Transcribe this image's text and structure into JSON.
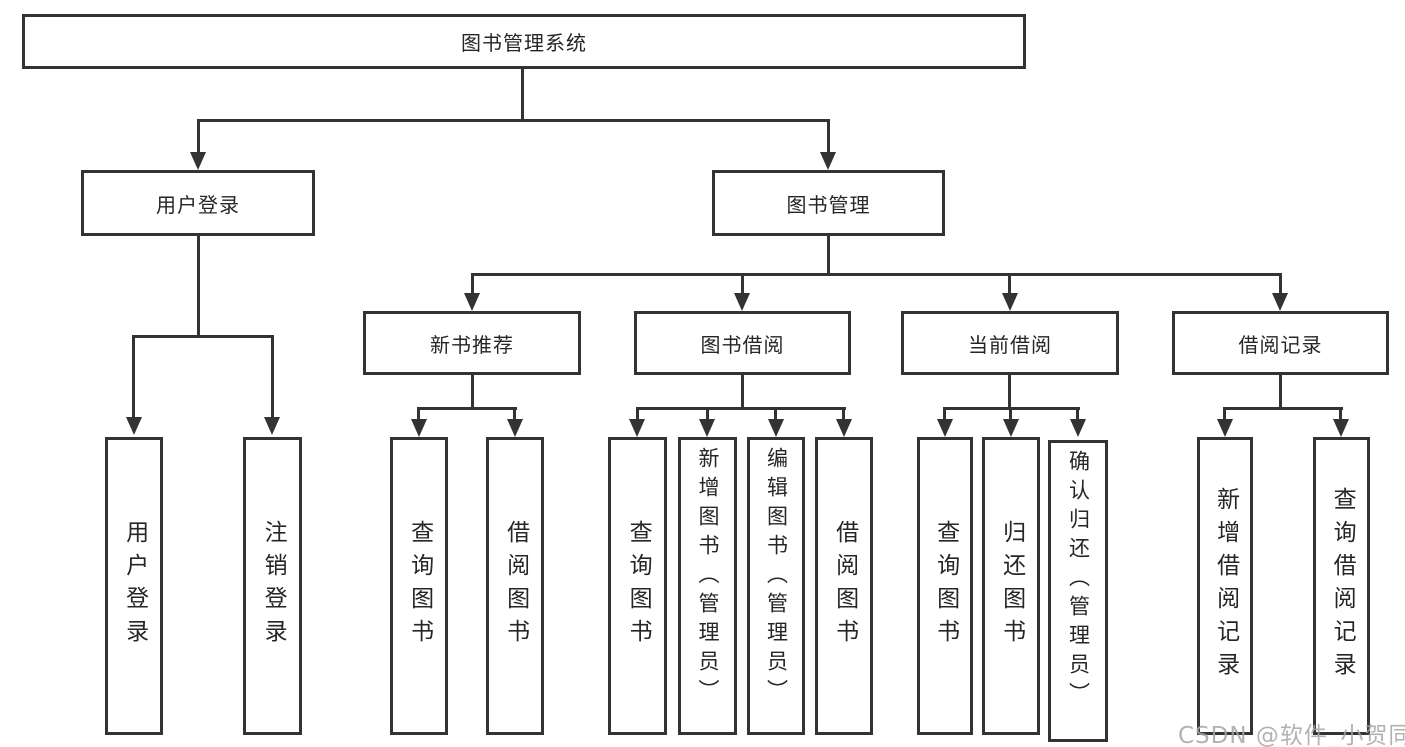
{
  "diagram": {
    "root": {
      "label": "图书管理系统"
    },
    "level2": [
      {
        "id": "user-login",
        "label": "用户登录",
        "children": [
          "用户登录",
          "注销登录"
        ]
      },
      {
        "id": "book-management",
        "label": "图书管理"
      }
    ],
    "level3": [
      {
        "id": "new-book-recommend",
        "label": "新书推荐",
        "children": [
          "查询图书",
          "借阅图书"
        ]
      },
      {
        "id": "book-borrow",
        "label": "图书借阅",
        "children": [
          "查询图书",
          "新增图书（管理员）",
          "编辑图书（管理员）",
          "借阅图书"
        ]
      },
      {
        "id": "current-borrow",
        "label": "当前借阅",
        "children": [
          "查询图书",
          "归还图书",
          "确认归还（管理员）"
        ]
      },
      {
        "id": "borrow-records",
        "label": "借阅记录",
        "children": [
          "新增借阅记录",
          "查询借阅记录"
        ]
      }
    ]
  },
  "watermark": {
    "text": "CSDN @软件_小贺同学"
  },
  "colors": {
    "line": "#333333",
    "text": "#262626",
    "watermark": "#a5a5a5",
    "background": "#ffffff"
  }
}
